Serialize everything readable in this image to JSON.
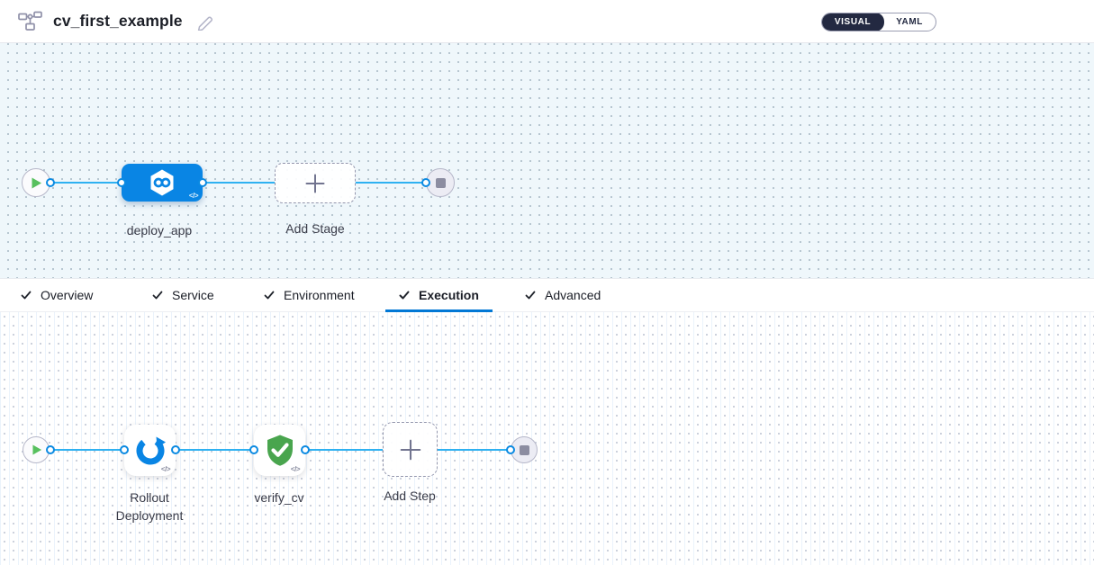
{
  "header": {
    "title": "cv_first_example",
    "toggle": {
      "visual": "VISUAL",
      "yaml": "YAML",
      "selected": "VISUAL"
    }
  },
  "stage_canvas": {
    "start_node": "play",
    "end_node": "stop",
    "stages": [
      {
        "label": "deploy_app",
        "icon": "cd-hexagon-infinity-icon",
        "code_badge": "</>"
      }
    ],
    "add_stage": {
      "label": "Add Stage"
    }
  },
  "tab_bar": {
    "active_tab": "Execution",
    "tabs": [
      {
        "label": "Overview",
        "checked": true
      },
      {
        "label": "Service",
        "checked": true
      },
      {
        "label": "Environment",
        "checked": true
      },
      {
        "label": "Execution",
        "checked": true
      },
      {
        "label": "Advanced",
        "checked": true
      }
    ]
  },
  "execution_canvas": {
    "start_node": "play",
    "end_node": "stop",
    "steps": [
      {
        "label": "Rollout Deployment",
        "icon": "rollout-deployment-icon",
        "code_badge": "</>"
      },
      {
        "label": "verify_cv",
        "icon": "shield-check-icon",
        "code_badge": "</>"
      }
    ],
    "add_step": {
      "label": "Add Step"
    }
  },
  "colors": {
    "primary_blue": "#0985e4",
    "connector_blue": "#2eb1f1",
    "port_ring_blue": "#0b8ae2",
    "tab_underline_blue": "#0278d5",
    "play_green": "#57c05e",
    "shield_green": "#49a54e",
    "toggle_dark": "#232941",
    "stage_canvas_bg": "#eff7fb"
  }
}
